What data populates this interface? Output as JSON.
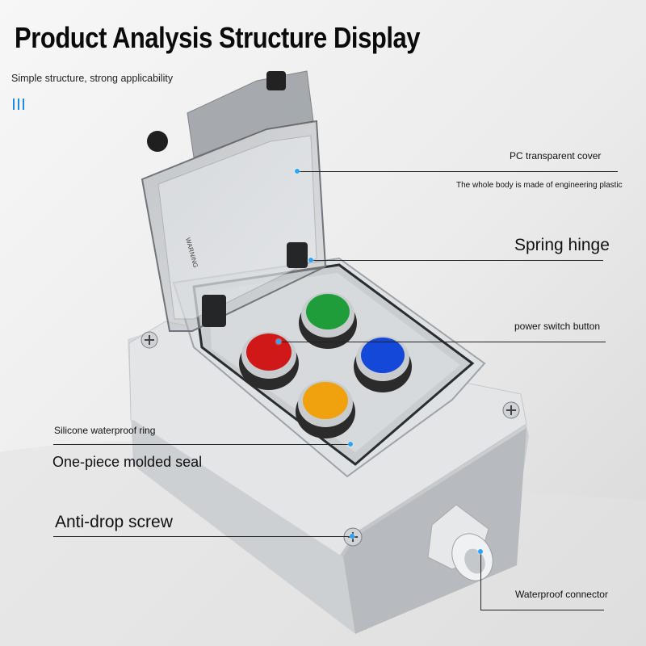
{
  "header": {
    "title": "Product Analysis Structure Display",
    "subtitle": "Simple structure, strong applicability"
  },
  "callouts": {
    "cover": "PC transparent cover",
    "cover_note": "The whole body is made of engineering plastic",
    "hinge": "Spring hinge",
    "button": "power switch button",
    "ring": "Silicone waterproof ring",
    "seal": "One-piece molded seal",
    "screw": "Anti-drop screw",
    "connector": "Waterproof connector"
  },
  "product": {
    "cover_warning": "WARNING",
    "buttons": [
      {
        "name": "green",
        "color": "#1f9d3a"
      },
      {
        "name": "red",
        "color": "#d01818"
      },
      {
        "name": "blue",
        "color": "#1448d8"
      },
      {
        "name": "yellow",
        "color": "#f0a10e"
      }
    ]
  },
  "colors": {
    "accent": "#1e88e5",
    "marker": "#2aa4ff"
  }
}
